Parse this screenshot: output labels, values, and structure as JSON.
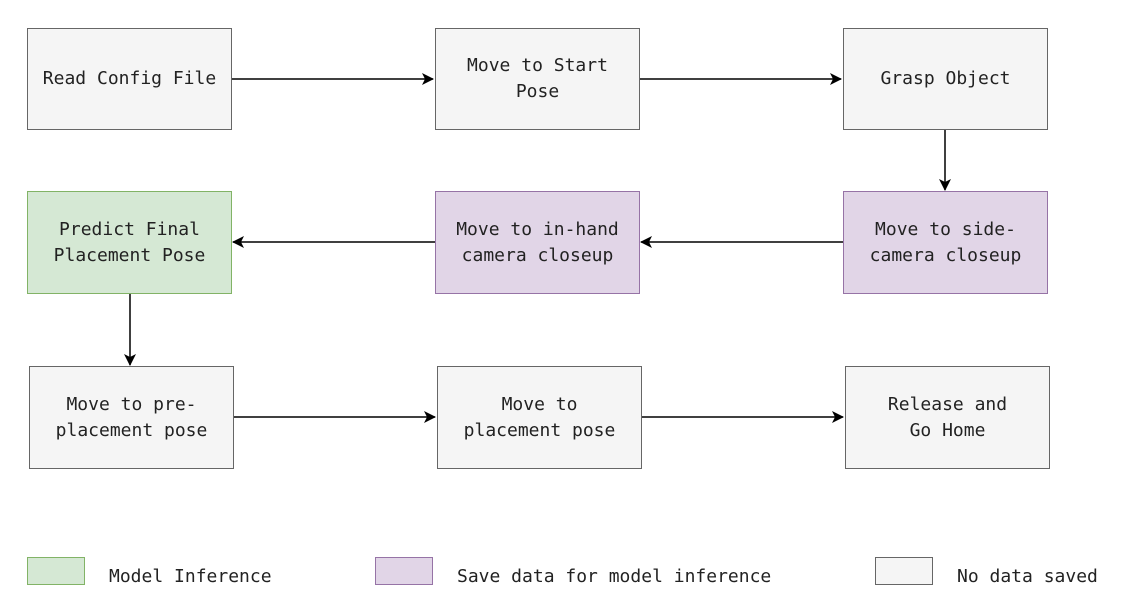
{
  "colors": {
    "gray_fill": "#f5f5f5",
    "gray_stroke": "#666666",
    "purple_fill": "#e1d5e7",
    "purple_stroke": "#9673a6",
    "green_fill": "#d5e8d4",
    "green_stroke": "#82b366",
    "arrow": "#000000"
  },
  "nodes": {
    "read_config": "Read Config File",
    "move_start": "Move to Start\nPose",
    "grasp": "Grasp Object",
    "side_camera": "Move to side-\ncamera closeup",
    "inhand_camera": "Move to in-hand\ncamera closeup",
    "predict": "Predict Final\nPlacement Pose",
    "pre_placement": "Move to pre-\nplacement pose",
    "placement": "Move to\nplacement pose",
    "release": "Release and\nGo Home"
  },
  "edges": [
    [
      "read_config",
      "move_start"
    ],
    [
      "move_start",
      "grasp"
    ],
    [
      "grasp",
      "side_camera"
    ],
    [
      "side_camera",
      "inhand_camera"
    ],
    [
      "inhand_camera",
      "predict"
    ],
    [
      "predict",
      "pre_placement"
    ],
    [
      "pre_placement",
      "placement"
    ],
    [
      "placement",
      "release"
    ]
  ],
  "legend": {
    "model_inference": "Model Inference",
    "save_data": "Save data for model inference",
    "no_data": "No data saved"
  }
}
